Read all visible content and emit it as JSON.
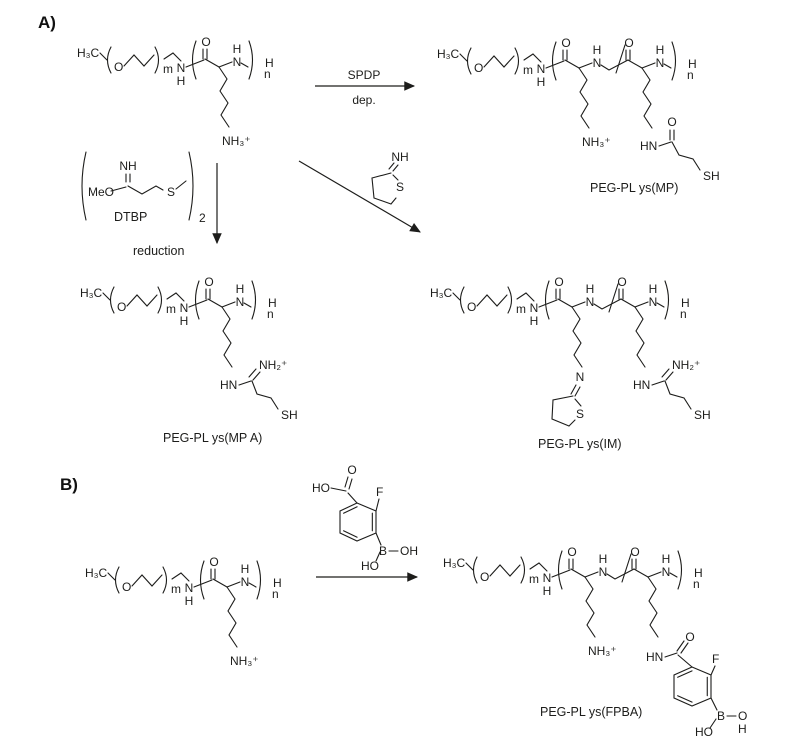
{
  "figure": {
    "panel_a_label": "A)",
    "panel_b_label": "B)",
    "spdp": "SPDP",
    "dep": "dep.",
    "dtbp": "DTBP",
    "reduction": "reduction",
    "product_mp": "PEG-PL ys(MP)",
    "product_mpa": "PEG-PL ys(MP A)",
    "product_im": "PEG-PL ys(IM)",
    "product_fpba": "PEG-PL ys(FPBA)"
  },
  "atoms": {
    "h3c": "H₃C",
    "o": "O",
    "m": "m",
    "n": "N",
    "h": "H",
    "n_sub": "n",
    "nh3": "NH₃⁺",
    "nh2": "NH₂⁺",
    "nh": "NH",
    "hn": "HN",
    "s": "S",
    "sh": "SH",
    "meo": "MeO",
    "ho": "HO",
    "oh": "OH",
    "f": "F",
    "b": "B",
    "dimer_sub": "2"
  },
  "colors": {
    "ink": "#1d1d1b",
    "background": "#ffffff"
  }
}
